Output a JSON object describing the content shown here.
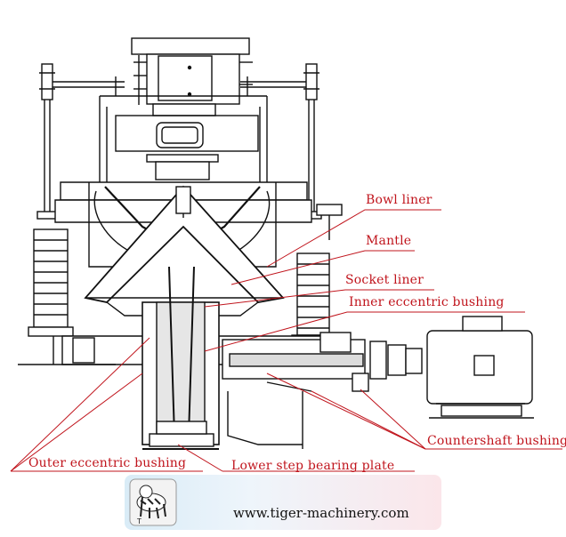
{
  "labels": {
    "bowl_liner": "Bowl liner",
    "mantle": "Mantle",
    "socket_liner": "Socket liner",
    "inner_eccentric_bushing": "Inner eccentric bushing",
    "countershaft_bushing": "Countershaft bushing",
    "outer_eccentric_bushing": "Outer eccentric bushing",
    "lower_step_bearing_plate": "Lower step bearing plate"
  },
  "footer": {
    "website": "www.tiger-machinery.com",
    "logo": "tiger-logo-icon"
  },
  "colors": {
    "label": "#c0141c",
    "line": "#111111",
    "banner_left": "#d9ecf7",
    "banner_right": "#fbe6ea"
  }
}
